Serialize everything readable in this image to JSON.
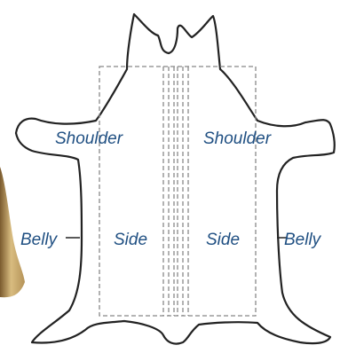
{
  "diagram": {
    "labels": {
      "shoulder_left": "Shoulder",
      "shoulder_right": "Shoulder",
      "belly_left": "Belly",
      "side_left": "Side",
      "side_right": "Side",
      "belly_right": "Belly"
    },
    "colors": {
      "label_text": "#1f4f82",
      "outline": "#222222",
      "dashed_lines": "#888888",
      "wood_piece": "#c9a968"
    }
  }
}
